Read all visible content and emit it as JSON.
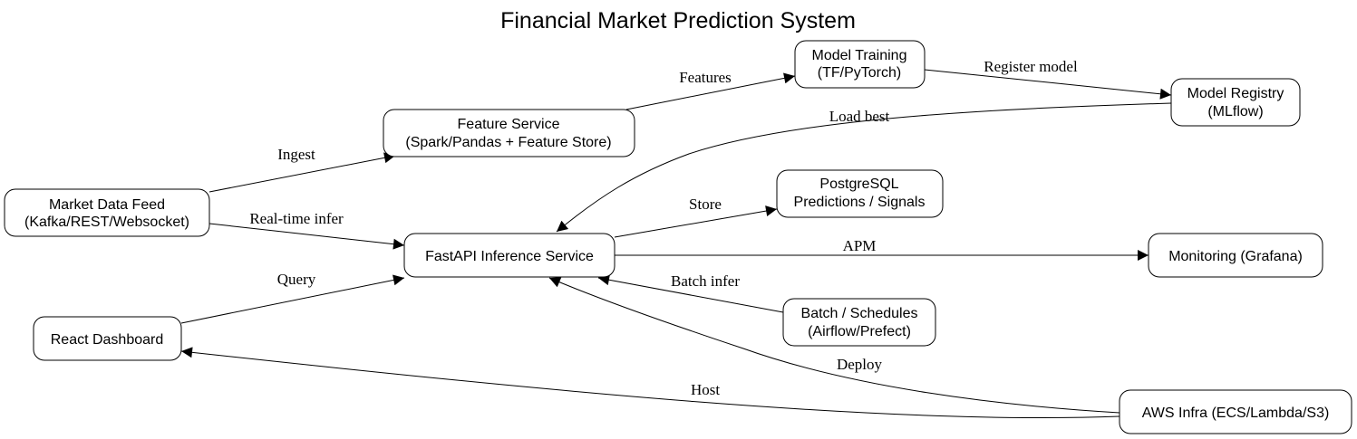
{
  "diagram": {
    "title": "Financial Market Prediction System",
    "nodes": {
      "market_feed": {
        "line1": "Market Data Feed",
        "line2": "(Kafka/REST/Websocket)"
      },
      "react": {
        "line1": "React Dashboard"
      },
      "feature": {
        "line1": "Feature Service",
        "line2": "(Spark/Pandas + Feature Store)"
      },
      "fastapi": {
        "line1": "FastAPI Inference Service"
      },
      "training": {
        "line1": "Model Training",
        "line2": "(TF/PyTorch)"
      },
      "postgres": {
        "line1": "PostgreSQL",
        "line2": "Predictions / Signals"
      },
      "batch": {
        "line1": "Batch / Schedules",
        "line2": "(Airflow/Prefect)"
      },
      "registry": {
        "line1": "Model Registry",
        "line2": "(MLflow)"
      },
      "monitoring": {
        "line1": "Monitoring (Grafana)"
      },
      "aws": {
        "line1": "AWS Infra (ECS/Lambda/S3)"
      }
    },
    "edges": {
      "ingest": "Ingest",
      "realtime": "Real-time infer",
      "query": "Query",
      "features": "Features",
      "register": "Register model",
      "load_best": "Load best",
      "store": "Store",
      "apm": "APM",
      "batch_infer": "Batch infer",
      "deploy": "Deploy",
      "host": "Host"
    }
  }
}
